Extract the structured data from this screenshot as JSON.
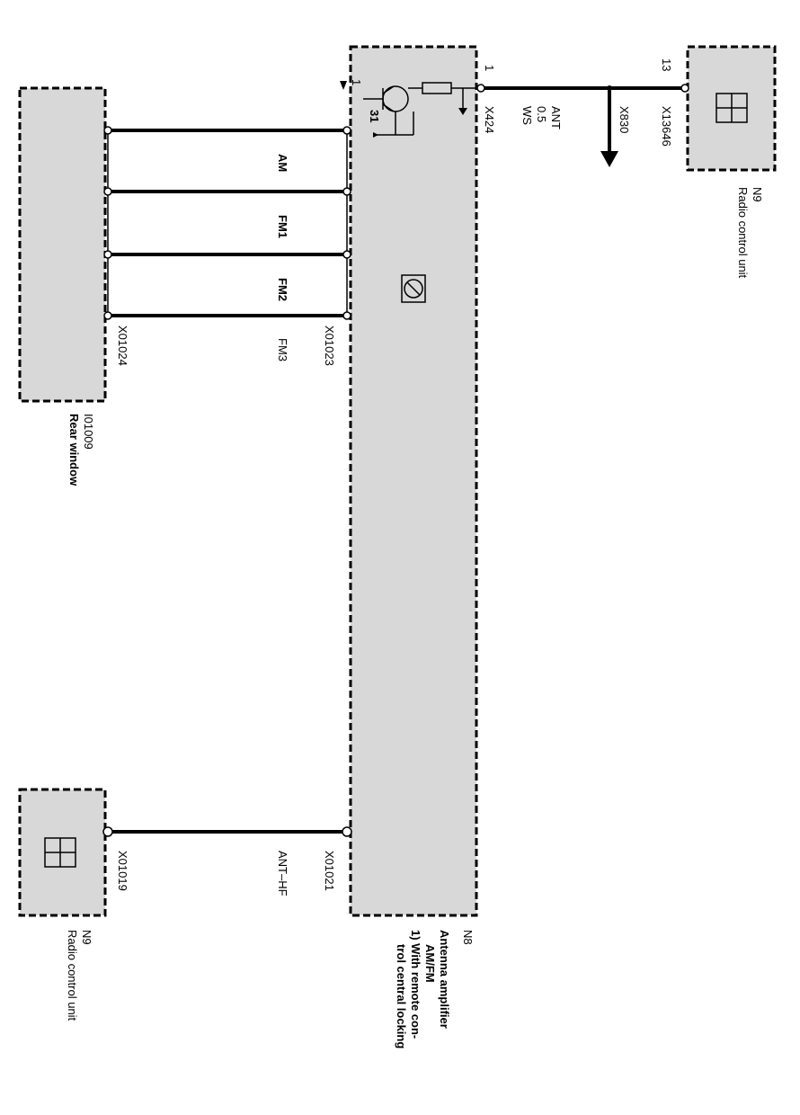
{
  "components": {
    "amplifier": {
      "id": "N8",
      "title": "Antenna amplifier",
      "subtitle": "AM/FM",
      "note_line1": "1) With remote con-",
      "note_line2": "trol central locking",
      "ground_pin": "31",
      "footnote_marker": "1"
    },
    "rear_window": {
      "id": "I01009",
      "title": "Rear window"
    },
    "radio_top": {
      "id": "N9",
      "title": "Radio control unit"
    },
    "radio_bottom": {
      "id": "N9",
      "title": "Radio control unit"
    }
  },
  "wires": {
    "am": "AM",
    "fm1": "FM1",
    "fm2": "FM2",
    "fm3": "FM3",
    "ant_hf": "ANT–HF",
    "ant_name": "ANT",
    "ant_gauge": "0.5",
    "ant_color": "WS"
  },
  "connectors": {
    "amp_pin": "1",
    "amp_conn": "X424",
    "splice": "X830",
    "radio_pin": "13",
    "radio_conn": "X13646",
    "amp_side": "X01023",
    "window_side": "X01024",
    "hf_amp_side": "X01021",
    "hf_radio_side": "X01019"
  }
}
